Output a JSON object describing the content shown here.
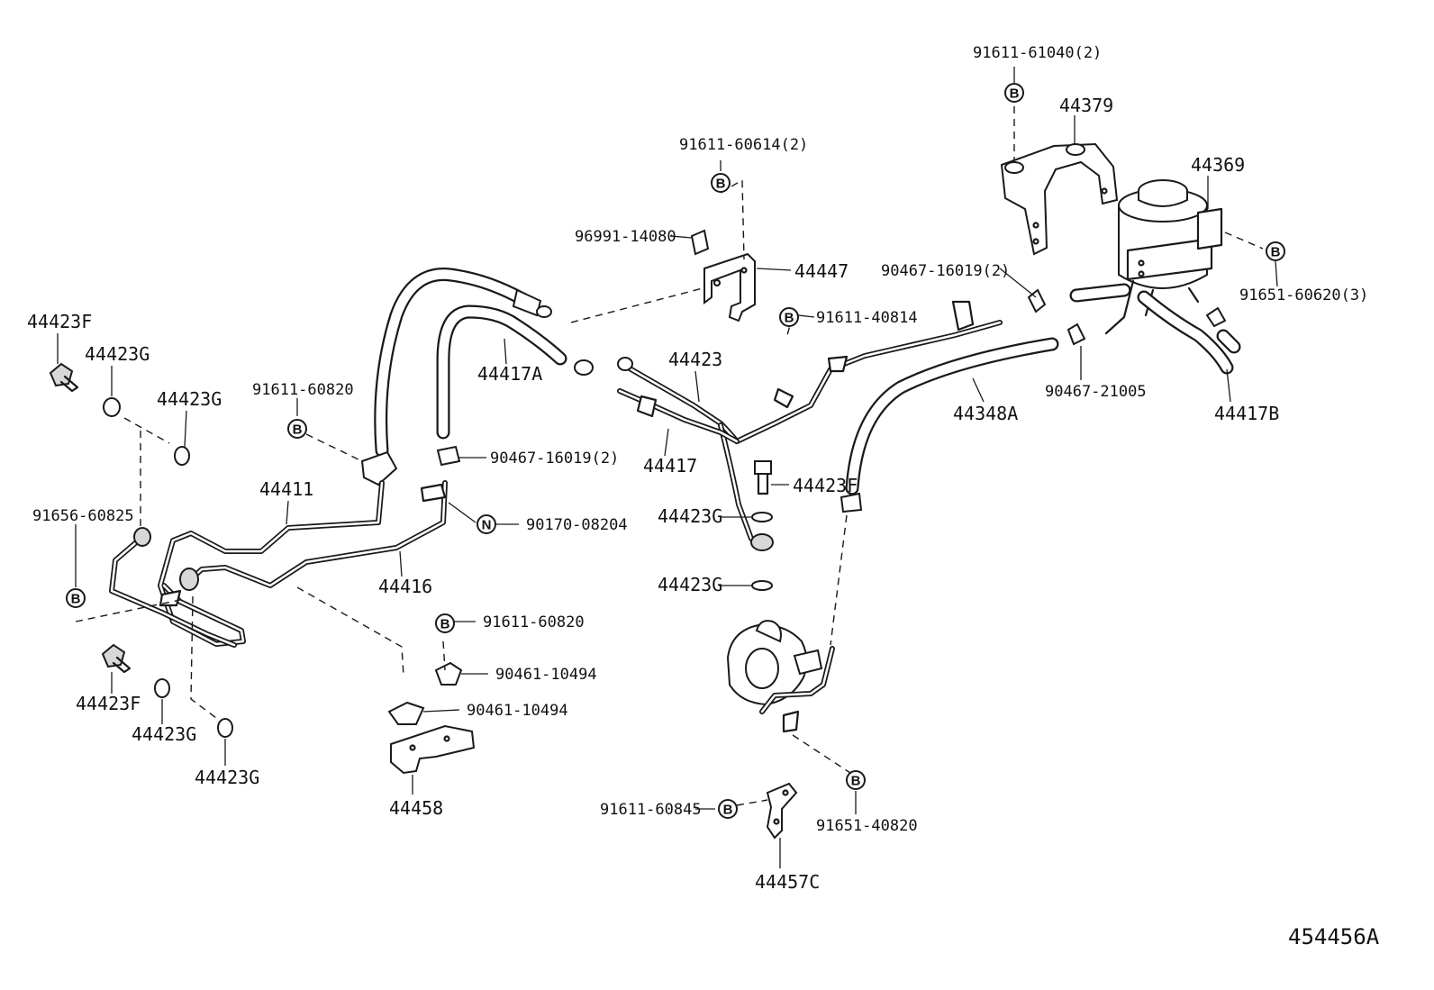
{
  "diagram": {
    "reference_id": "454456A",
    "labels": {
      "p91611_61040": "91611-61040(2)",
      "p44379": "44379",
      "p44369": "44369",
      "p91651_60620": "91651-60620(3)",
      "p91611_60614": "91611-60614(2)",
      "p96991_14080": "96991-14080",
      "p44447": "44447",
      "p91611_40814": "91611-40814",
      "p90467_16019_top": "90467-16019(2)",
      "p90467_21005": "90467-21005",
      "p44417B": "44417B",
      "p44348A": "44348A",
      "p44423_mid": "44423",
      "p44417": "44417",
      "p44417A": "44417A",
      "p44423F_mid": "44423F",
      "p44423G_mid1": "44423G",
      "p44423G_mid2": "44423G",
      "p44423F_tl": "44423F",
      "p44423G_tl1": "44423G",
      "p44423G_tl2": "44423G",
      "p91611_60820_a": "91611-60820",
      "p44411": "44411",
      "p90467_16019_mid": "90467-16019(2)",
      "p90170_08204": "90170-08204",
      "p91656_60825": "91656-60825",
      "p44416": "44416",
      "p91611_60820_b": "91611-60820",
      "p90461_10494_a": "90461-10494",
      "p90461_10494_b": "90461-10494",
      "p44458": "44458",
      "p44423F_bl": "44423F",
      "p44423G_bl1": "44423G",
      "p44423G_bl2": "44423G",
      "p91611_60845": "91611-60845",
      "p91651_40820": "91651-40820",
      "p44457C": "44457C"
    },
    "callout_letters": {
      "bolt": "B",
      "nut": "N"
    }
  }
}
